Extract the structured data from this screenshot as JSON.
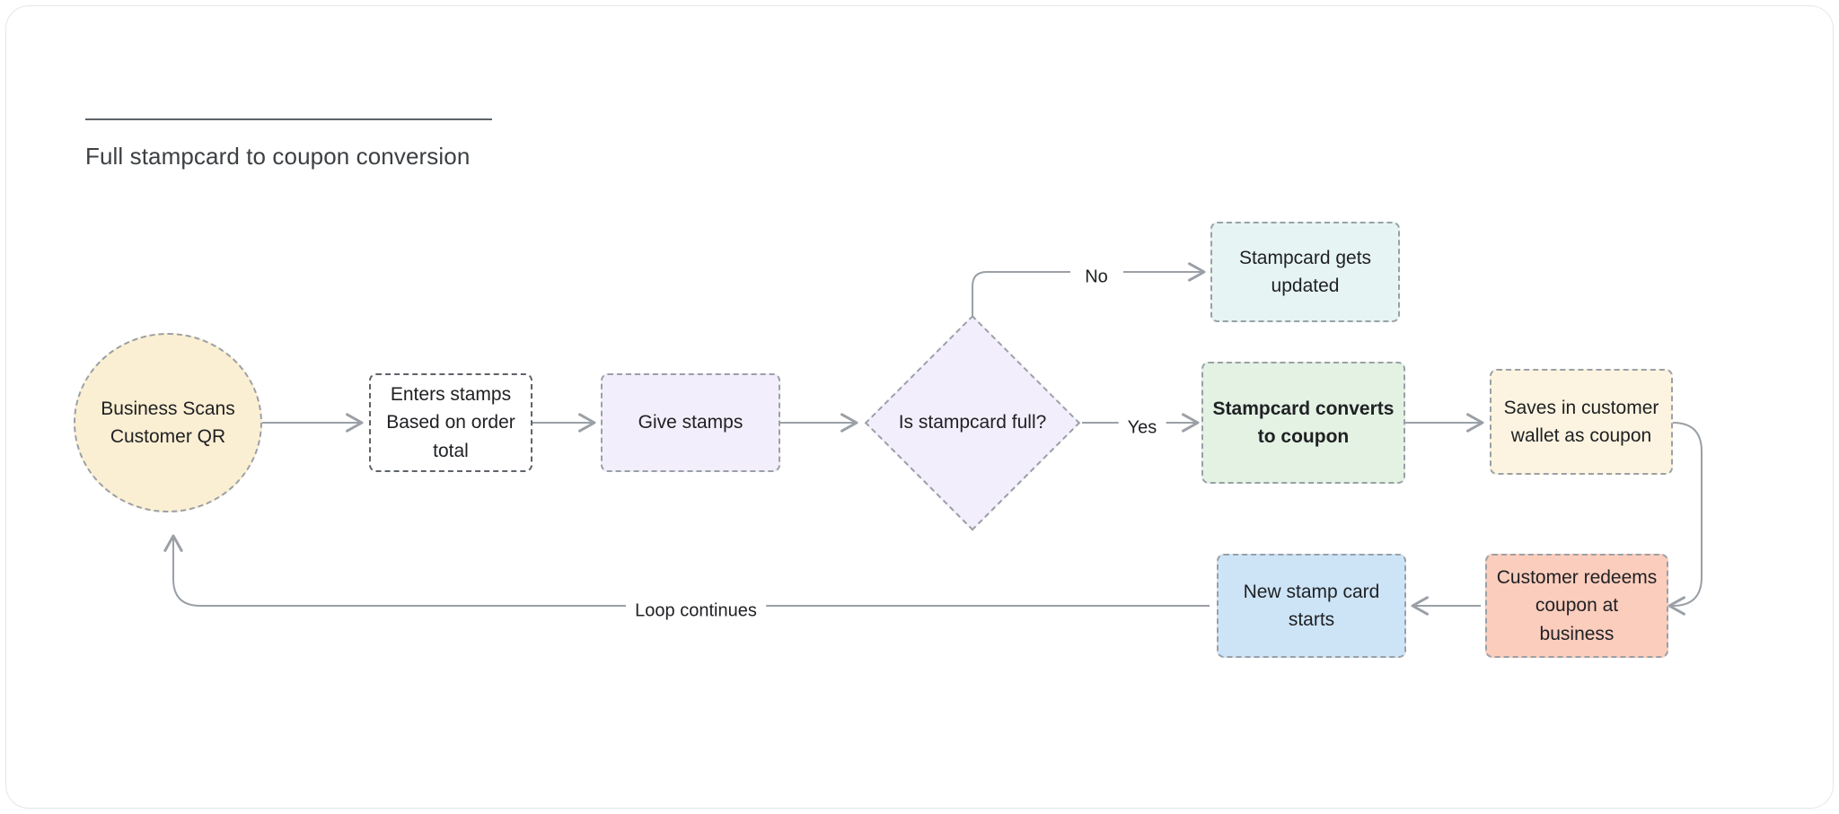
{
  "page": {
    "title": "Full stampcard to coupon conversion",
    "background": "#ffffff",
    "border_color": "#e3e6e8"
  },
  "diagram": {
    "type": "flowchart",
    "stroke_color": "#9aa0a6",
    "edge_color": "#9aa0a6",
    "text_color": "#202124",
    "nodes": [
      {
        "id": "business-scans",
        "label_line1": "Business Scans",
        "label_line2": "Customer QR",
        "shape": "circle",
        "fill": "#fbefd3",
        "border": "#9aa0a6"
      },
      {
        "id": "enters-stamps",
        "label_line1": "Enters stamps",
        "label_line2": "Based on order",
        "label_line3": "total",
        "shape": "rect",
        "fill": "#ffffff",
        "border": "#5f6368"
      },
      {
        "id": "give-stamps",
        "label_line1": "Give stamps",
        "shape": "rect",
        "fill": "#f3eefb",
        "border": "#9aa0a6"
      },
      {
        "id": "is-stampcard-full",
        "label_line1": "Is",
        "label_line2": "stampcard",
        "label_line3": "full?",
        "shape": "diamond",
        "fill": "#f3eefb",
        "border": "#9aa0a6"
      },
      {
        "id": "stampcard-gets-updated",
        "label_line1": "Stampcard gets",
        "label_line2": "updated",
        "shape": "rect",
        "fill": "#e6f4f3",
        "border": "#9aa0a6"
      },
      {
        "id": "stampcard-converts",
        "label_line1": "Stampcard converts",
        "label_line2": "to coupon",
        "shape": "rect",
        "fill": "#e3f2e3",
        "border": "#9aa0a6",
        "bold": true
      },
      {
        "id": "saves-in-wallet",
        "label_line1": "Saves in customer",
        "label_line2": "wallet as coupon",
        "shape": "rect",
        "fill": "#fcf4e0",
        "border": "#9aa0a6"
      },
      {
        "id": "customer-redeems",
        "label_line1": "Customer redeems",
        "label_line2": "coupon at business",
        "shape": "rect",
        "fill": "#fbcdbd",
        "border": "#9aa0a6"
      },
      {
        "id": "new-stamp-card",
        "label_line1": "New stamp card",
        "label_line2": "starts",
        "shape": "rect",
        "fill": "#cde4f7",
        "border": "#9aa0a6"
      }
    ],
    "edge_labels": {
      "no": "No",
      "yes": "Yes",
      "loop": "Loop continues"
    }
  }
}
